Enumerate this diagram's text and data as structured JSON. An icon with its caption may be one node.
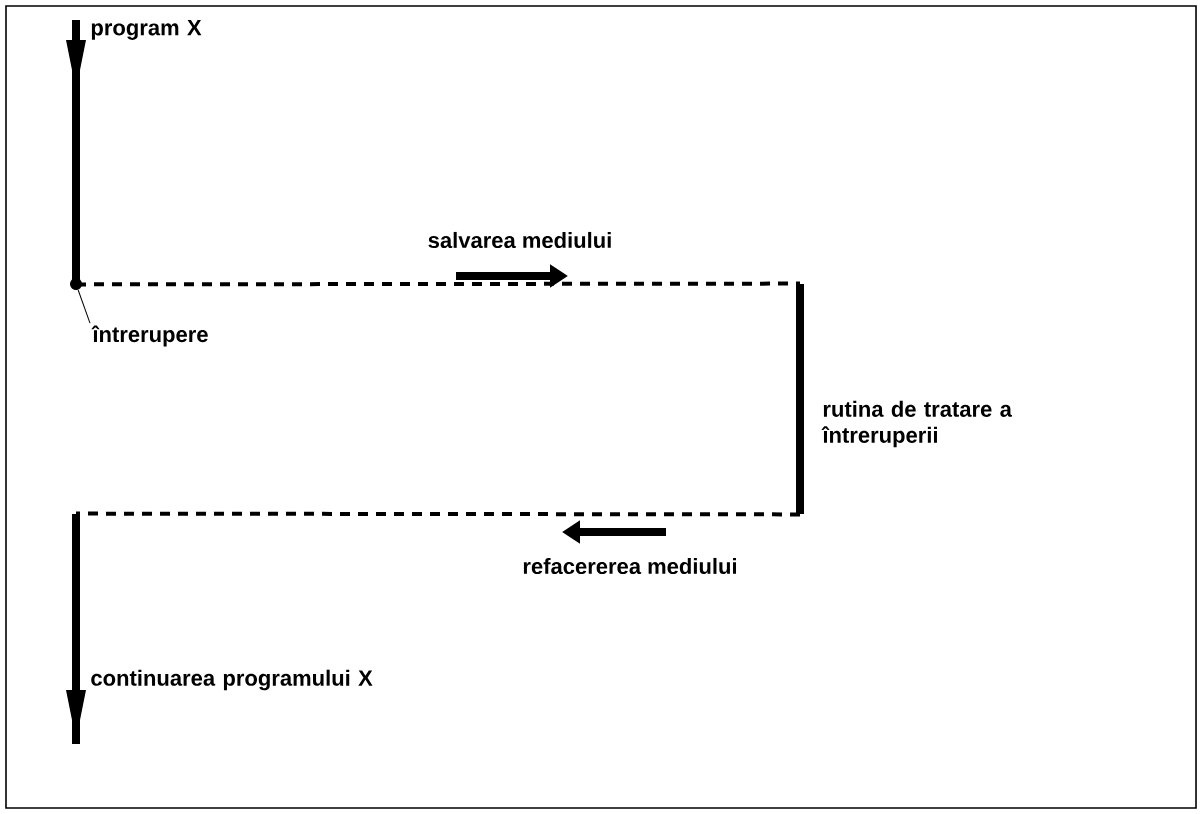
{
  "diagram": {
    "nodes": [
      {
        "text": [
          "program X"
        ]
      },
      {
        "text": [
          "rutina de tratare a întreruperii"
        ]
      },
      {
        "text": [
          "continuarea programului X"
        ]
      },
      {
        "text": [
          "întrerupere"
        ]
      },
      {
        "text": [],
        "shape": "circle"
      }
    ],
    "edges": [
      {
        "from": 0,
        "to": 1,
        "arrow": "none",
        "style": "dashed",
        "label": "salvarea mediului"
      },
      {
        "from": 1,
        "to": 2,
        "arrow": "none",
        "style": "dashed",
        "label": "refacererea mediului"
      },
      {
        "from": 3,
        "to": 4,
        "arrow": "none"
      }
    ]
  }
}
